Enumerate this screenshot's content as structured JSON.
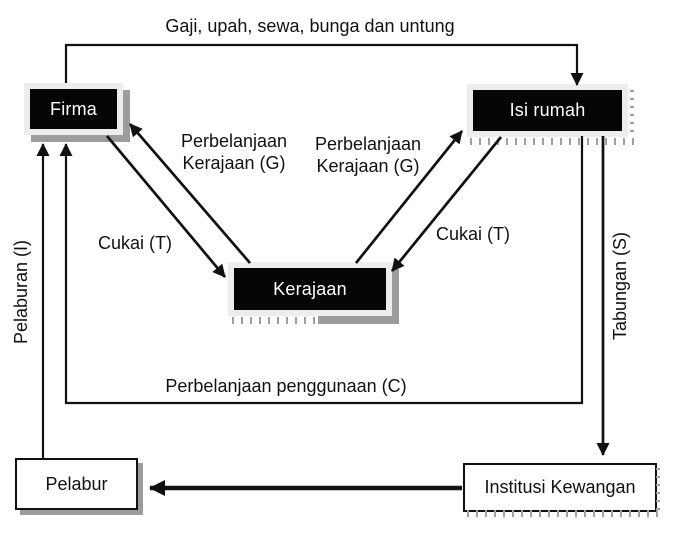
{
  "diagram": {
    "nodes": {
      "firma": "Firma",
      "isi_rumah": "Isi rumah",
      "kerajaan": "Kerajaan",
      "pelabur": "Pelabur",
      "institusi_kewangan": "Institusi Kewangan"
    },
    "flow_labels": {
      "wages": "Gaji, upah, sewa, bunga dan untung",
      "gov_spending_left": "Perbelanjaan\nKerajaan (G)",
      "gov_spending_right": "Perbelanjaan\nKerajaan (G)",
      "tax_left": "Cukai (T)",
      "tax_right": "Cukai (T)",
      "investment": "Pelaburan (I)",
      "savings": "Tabungan (S)",
      "consumption": "Perbelanjaan penggunaan (C)"
    },
    "colors": {
      "node_fill": "#050505",
      "node_text": "#ffffff",
      "line": "#111111",
      "solid_shadow": "#9c9c9c",
      "hatch_shadow": "#9f9f9f",
      "frame": "#ededed",
      "background": "#ffffff"
    }
  }
}
